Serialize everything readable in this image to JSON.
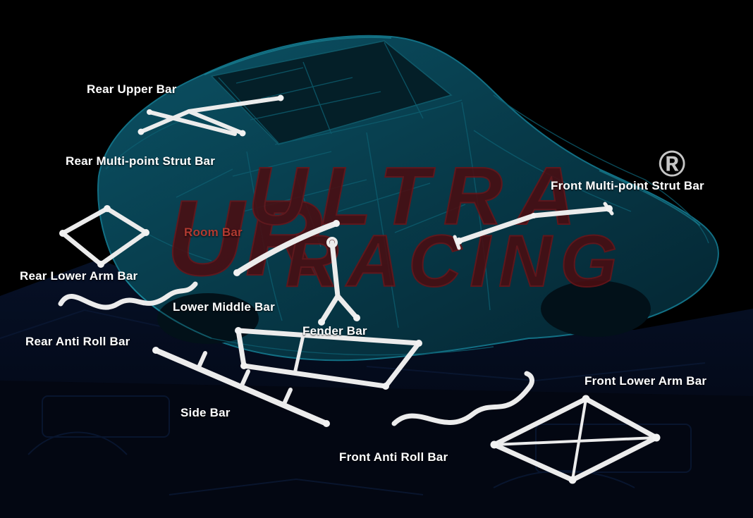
{
  "page": {
    "background_color": "#000000",
    "bar_color": "#ececec",
    "car_color": "#0b4f60",
    "label_color": "#ffffff",
    "room_bar_label_color": "#b03a31",
    "watermark_color": "#551016"
  },
  "watermark": {
    "monogram": "UR",
    "line1": "ULTRA",
    "line2": "RACING",
    "registered": "®"
  },
  "labels": [
    {
      "id": "rear-upper-bar",
      "text": "Rear Upper Bar"
    },
    {
      "id": "rear-multi-point-strut-bar",
      "text": "Rear Multi-point Strut Bar"
    },
    {
      "id": "front-multi-point-strut-bar",
      "text": "Front Multi-point Strut Bar"
    },
    {
      "id": "room-bar",
      "text": "Room Bar"
    },
    {
      "id": "rear-lower-arm-bar",
      "text": "Rear Lower Arm Bar"
    },
    {
      "id": "lower-middle-bar",
      "text": "Lower Middle Bar"
    },
    {
      "id": "fender-bar",
      "text": "Fender Bar"
    },
    {
      "id": "rear-anti-roll-bar",
      "text": "Rear Anti Roll Bar"
    },
    {
      "id": "front-lower-arm-bar",
      "text": "Front Lower Arm Bar"
    },
    {
      "id": "side-bar",
      "text": "Side Bar"
    },
    {
      "id": "front-anti-roll-bar",
      "text": "Front Anti Roll Bar"
    }
  ]
}
